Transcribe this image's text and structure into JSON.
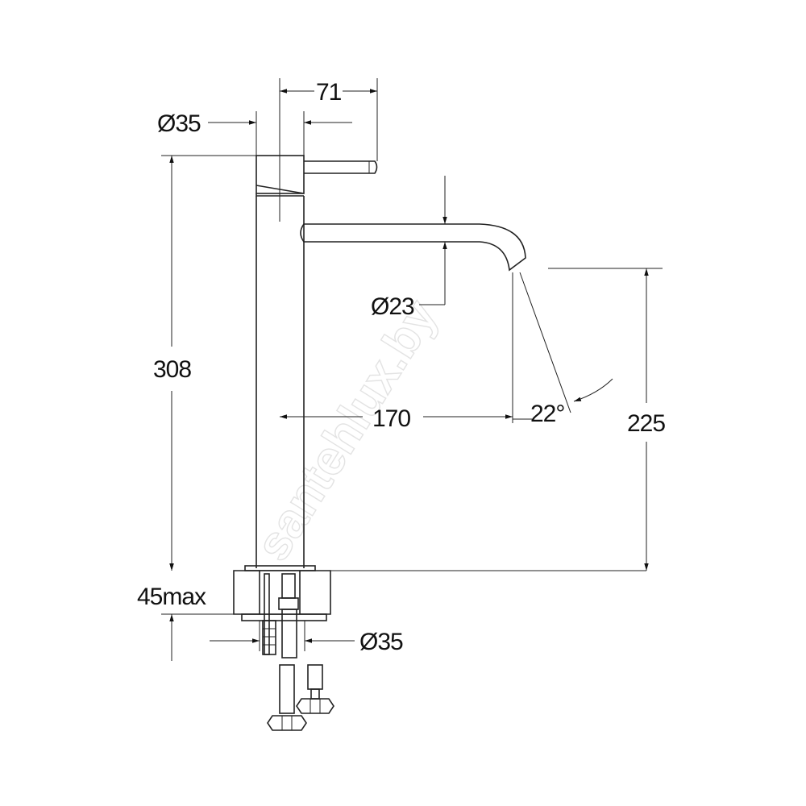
{
  "dimensions": {
    "lever_length": "71",
    "body_diameter": "Ø35",
    "total_height": "308",
    "spout_diameter": "Ø23",
    "spout_reach": "170",
    "spout_angle": "22°",
    "spout_height": "225",
    "counter_thickness": "45max",
    "shank_diameter": "Ø35"
  },
  "watermark": "santehlux.by",
  "colors": {
    "line": "#222222",
    "background": "#ffffff",
    "watermark": "#e3e3e3"
  }
}
